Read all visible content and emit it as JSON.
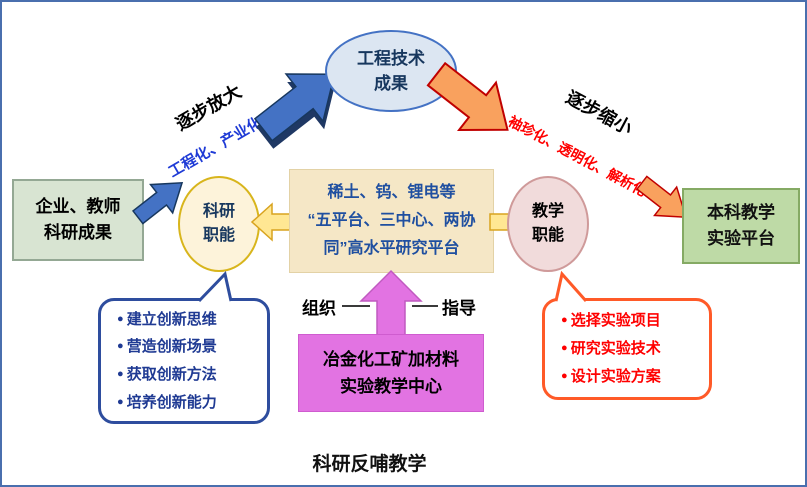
{
  "diagram": {
    "caption": "科研反哺教学",
    "source_box": {
      "lines": [
        "企业、教师",
        "科研成果"
      ]
    },
    "top_oval": {
      "lines": [
        "工程技术",
        "成果"
      ]
    },
    "platform_box": {
      "lines": [
        "稀土、钨、锂电等",
        "“五平台、三中心、两协",
        "同”高水平研究平台"
      ]
    },
    "research_circle": {
      "lines": [
        "科研",
        "职能"
      ]
    },
    "teaching_circle": {
      "lines": [
        "教学",
        "职能"
      ]
    },
    "target_box": {
      "lines": [
        "本科教学",
        "实验平台"
      ]
    },
    "teaching_center_box": {
      "lines": [
        "冶金化工矿加材料",
        "实验教学中心"
      ]
    },
    "labels": {
      "scale_up": "逐步放大",
      "scale_up_sub": "工程化、产业化",
      "scale_down": "逐步缩小",
      "scale_down_sub": "袖珍化、透明化、解析化",
      "organize": "组织",
      "guide": "指导"
    },
    "research_callout": {
      "items": [
        "建立创新思维",
        "营造创新场景",
        "获取创新方法",
        "培养创新能力"
      ]
    },
    "teaching_callout": {
      "items": [
        "选择实验项目",
        "研究实验技术",
        "设计实验方案"
      ]
    },
    "colors": {
      "frame_border": "#4a6fae",
      "blue_arrow": "#4472c4",
      "blue_arrow_shadow": "#1f3864",
      "orange_arrow": "#f9a15e",
      "orange_arrow_border": "#c00000",
      "yellow_arrow": "#ffe793",
      "magenta_arrow": "#e273e2",
      "oval_fill": "#dce6f2",
      "platform_fill": "#f5e7c6",
      "source_fill": "#d8e4d2",
      "target_fill": "#bedaa6",
      "research_circle_fill": "#fdf3da",
      "teaching_circle_fill": "#f1dbdb",
      "platform_text": "#1f4fa0",
      "navy_text": "#17375e",
      "blue_label": "#1f3bd6",
      "red_label": "#ff0000",
      "research_callout_border": "#2e4d9e",
      "teaching_callout_border": "#ff5a28"
    }
  }
}
